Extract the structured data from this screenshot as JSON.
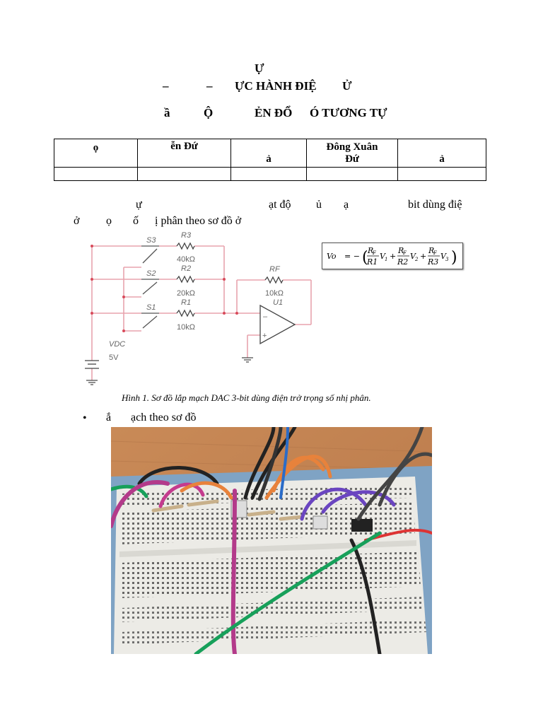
{
  "header": {
    "line1": "Ự",
    "line2_a": "–",
    "line2_b": "–",
    "line2_c": "ỰC HÀNH ĐIỆ",
    "line2_d": "Ử",
    "line3_a": "ầ",
    "line3_b": "Ộ",
    "line3_c": "ẺN ĐỔ",
    "line3_d": "Ó TƯƠNG TỰ"
  },
  "info_table": {
    "r1c1": "ọ",
    "r1c2": "ễn Đứ",
    "r1c3": "ả",
    "r1c4a": "Đông Xuân",
    "r1c4b": "Đứ",
    "r1c5": "ả"
  },
  "paragraph": {
    "l1_a": "ự",
    "l1_b": "ạt độ",
    "l1_c": "ủ",
    "l1_d": "ạ",
    "l1_e": "bit dùng điệ",
    "l2_a": "ở",
    "l2_b": "ọ",
    "l2_c": "ố",
    "l2_d": "ị phân theo sơ đồ ở"
  },
  "schematic": {
    "s3": "S3",
    "s2": "S2",
    "s1": "S1",
    "r3": "R3",
    "r3v": "40kΩ",
    "r2": "R2",
    "r2v": "20kΩ",
    "r1": "R1",
    "r1v": "10kΩ",
    "rf": "RF",
    "rfv": "10kΩ",
    "u1": "U1",
    "minus": "–",
    "plus": "+",
    "vdc": "VDC",
    "vdcv": "5V"
  },
  "formula": {
    "vo": "Vo",
    "eq": "= −",
    "rf": "R",
    "rf_sub": "F",
    "t1_den": "R1",
    "t1_v": "V",
    "t2_den": "R2",
    "t3_den": "R3",
    "plus": "+",
    "v1": "1",
    "v2": "2",
    "v3": "3"
  },
  "caption": "Hình 1. Sơ đồ lắp mạch DAC 3-bit dùng điện trở trọng số nhị phân.",
  "bullet": {
    "symbol": "•",
    "a": "ắ",
    "b": "ạch theo sơ đồ"
  }
}
